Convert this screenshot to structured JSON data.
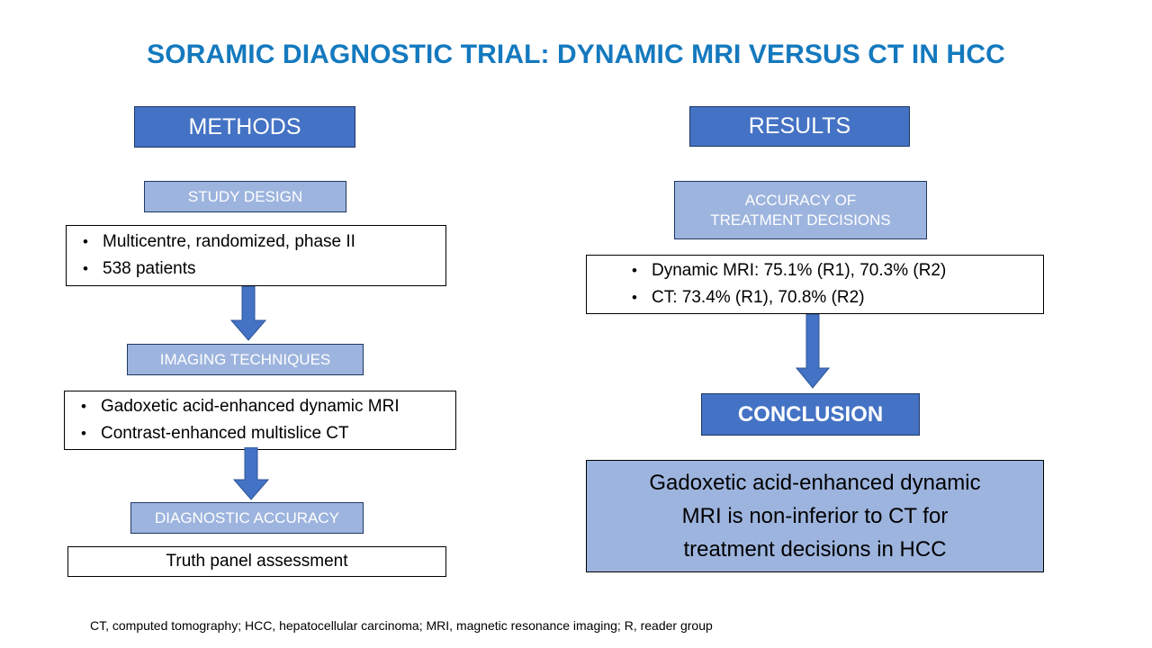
{
  "title": "SORAMIC DIAGNOSTIC TRIAL: DYNAMIC MRI VERSUS CT IN HCC",
  "colors": {
    "title_blue": "#1479BE",
    "header_blue": "#4472C4",
    "subheader_blue": "#9DB4DE",
    "arrow_blue": "#4472C4",
    "border_dark": "#1F3864",
    "text_black": "#000000",
    "white": "#FFFFFF"
  },
  "methods": {
    "header": "METHODS",
    "study_design": {
      "header": "STUDY DESIGN",
      "bullets": [
        "Multicentre, randomized, phase II",
        "538 patients"
      ]
    },
    "imaging_techniques": {
      "header": "IMAGING TECHNIQUES",
      "bullets": [
        "Gadoxetic acid-enhanced dynamic MRI",
        "Contrast-enhanced multislice CT"
      ]
    },
    "diagnostic_accuracy": {
      "header": "DIAGNOSTIC ACCURACY",
      "text": "Truth panel assessment"
    }
  },
  "results": {
    "header": "RESULTS",
    "accuracy": {
      "header_line1": "ACCURACY OF",
      "header_line2": "TREATMENT DECISIONS",
      "bullets": [
        "Dynamic MRI: 75.1% (R1), 70.3% (R2)",
        "CT: 73.4% (R1),  70.8% (R2)"
      ]
    },
    "conclusion": {
      "header": "CONCLUSION",
      "line1": "Gadoxetic acid-enhanced dynamic",
      "line2": "MRI is non-inferior to CT for",
      "line3": "treatment decisions in HCC"
    }
  },
  "footnote": "CT, computed tomography; HCC, hepatocellular carcinoma; MRI, magnetic resonance imaging; R, reader group"
}
